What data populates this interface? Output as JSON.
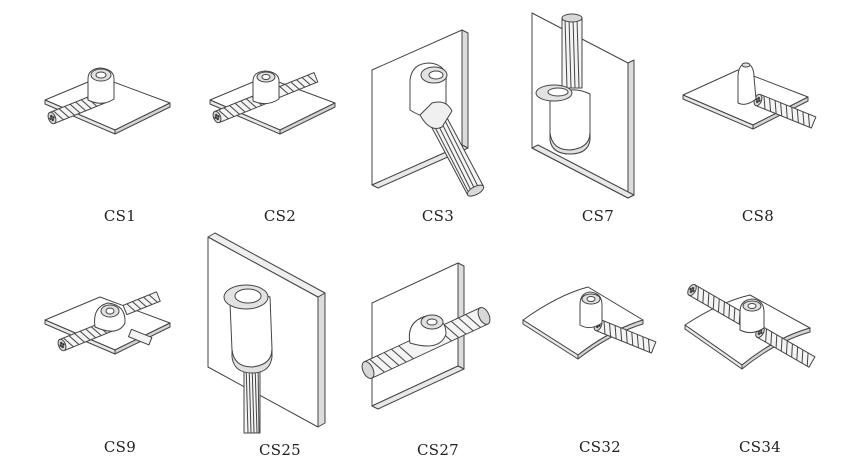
{
  "items": [
    {
      "id": "cs1",
      "label": "CS1"
    },
    {
      "id": "cs2",
      "label": "CS2"
    },
    {
      "id": "cs3",
      "label": "CS3"
    },
    {
      "id": "cs7",
      "label": "CS7"
    },
    {
      "id": "cs8",
      "label": "CS8"
    },
    {
      "id": "cs9",
      "label": "CS9"
    },
    {
      "id": "cs25",
      "label": "CS25"
    },
    {
      "id": "cs27",
      "label": "CS27"
    },
    {
      "id": "cs32",
      "label": "CS32"
    },
    {
      "id": "cs34",
      "label": "CS34"
    }
  ],
  "colors": {
    "line": "#444444",
    "fill": "#ffffff",
    "shade": "#e8e8e8",
    "dark": "#bcbcbc"
  }
}
